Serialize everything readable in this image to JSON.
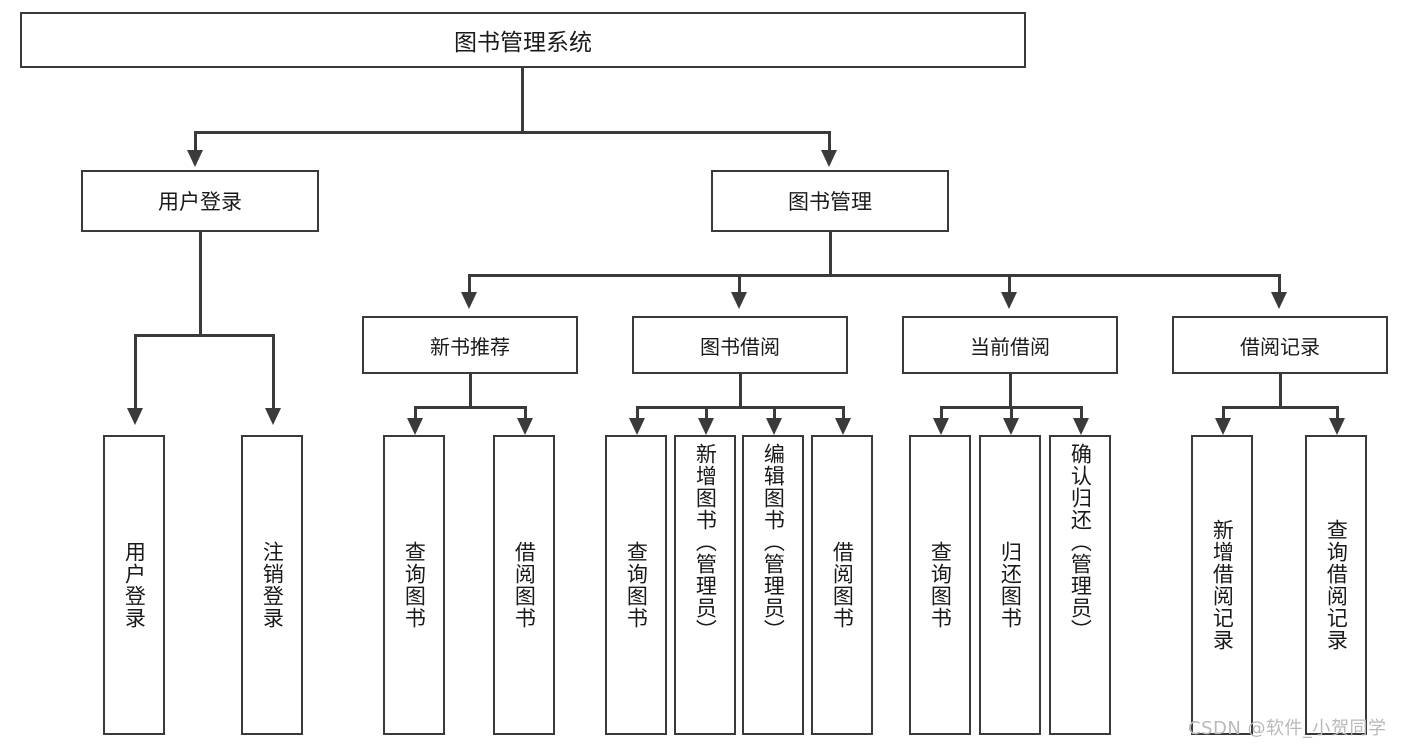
{
  "diagram": {
    "title": "图书管理系统",
    "type": "tree-hierarchy",
    "root": {
      "label": "图书管理系统"
    },
    "level2": [
      {
        "label": "用户登录"
      },
      {
        "label": "图书管理"
      }
    ],
    "level3": [
      {
        "label": "新书推荐"
      },
      {
        "label": "图书借阅"
      },
      {
        "label": "当前借阅"
      },
      {
        "label": "借阅记录"
      }
    ],
    "leaves": {
      "user_login": [
        {
          "label": "用户登录"
        },
        {
          "label": "注销登录"
        }
      ],
      "new_book_recommend": [
        {
          "label": "查询图书"
        },
        {
          "label": "借阅图书"
        }
      ],
      "book_borrow": [
        {
          "label": "查询图书"
        },
        {
          "label": "新增图书（管理员）"
        },
        {
          "label": "编辑图书（管理员）"
        },
        {
          "label": "借阅图书"
        }
      ],
      "current_borrow": [
        {
          "label": "查询图书"
        },
        {
          "label": "归还图书"
        },
        {
          "label": "确认归还（管理员）"
        }
      ],
      "borrow_record": [
        {
          "label": "新增借阅记录"
        },
        {
          "label": "查询借阅记录"
        }
      ]
    }
  },
  "watermark": {
    "text": "CSDN @软件_小贺同学"
  },
  "colors": {
    "stroke": "#3a3a3a",
    "background": "#ffffff",
    "text": "#1a1a1a",
    "watermark": "#b9b9b9"
  }
}
